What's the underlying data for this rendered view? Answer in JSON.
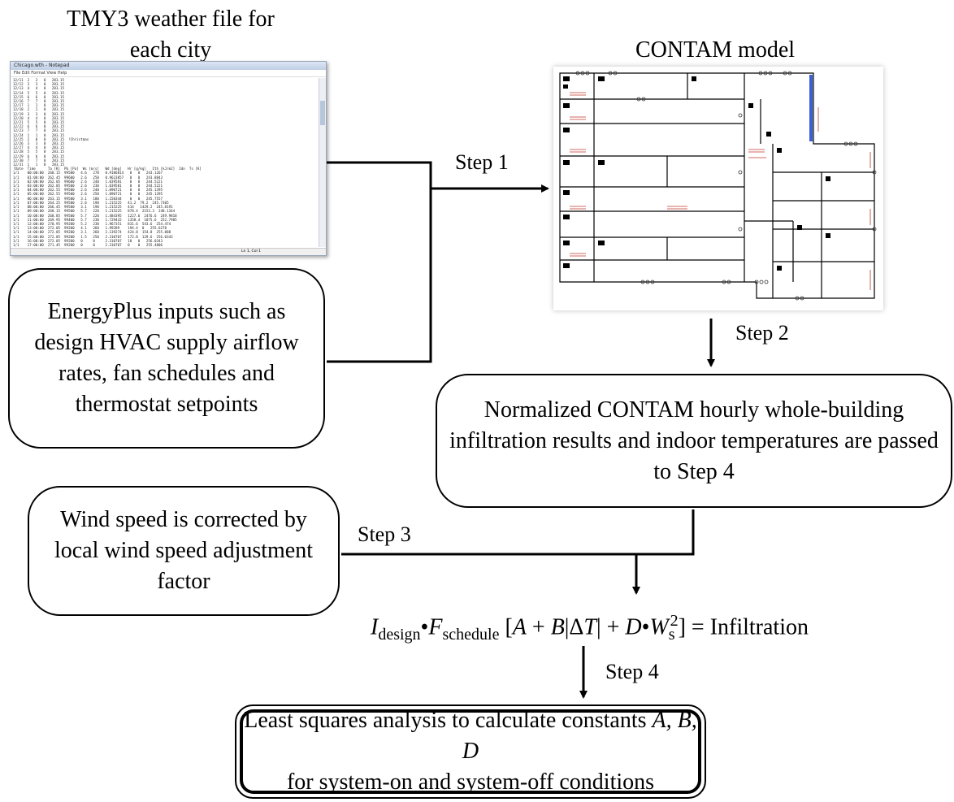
{
  "weather": {
    "title_line1": "TMY3 weather file for",
    "title_line2": "each city",
    "notepad_title": "Chicago.wth - Notepad",
    "notepad_menu": "File  Edit  Format  View  Help",
    "notepad_status": "Ln 1, Col 1"
  },
  "contam": {
    "title": "CONTAM model"
  },
  "energyplus_box": {
    "text": "EnergyPlus inputs such as design HVAC supply airflow rates, fan schedules and thermostat setpoints"
  },
  "normalized_box": {
    "text": "Normalized CONTAM hourly whole-building infiltration results and indoor temperatures are passed to Step 4"
  },
  "wind_box": {
    "text": "Wind speed is corrected by local wind speed adjustment factor"
  },
  "least_squares_box": {
    "line1_prefix": "Least squares analysis to calculate constants ",
    "line1_vars": "A, B, D",
    "line2": "for system-on and system-off conditions"
  },
  "steps": {
    "step1": "Step 1",
    "step2": "Step 2",
    "step3": "Step 3",
    "step4": "Step 4"
  },
  "formula": {
    "I": "I",
    "I_sub": "design",
    "dot1": "•",
    "F": "F",
    "F_sub": "schedule",
    "open": " [",
    "A": "A",
    "plus1": " + ",
    "B": "B",
    "abs_open": "|Δ",
    "T": "T",
    "abs_close": "|",
    "plus2": " + ",
    "D": "D",
    "dot2": "•",
    "W": "W",
    "W_sub": "s",
    "W_sup": "2",
    "close": "] = Infiltration"
  }
}
